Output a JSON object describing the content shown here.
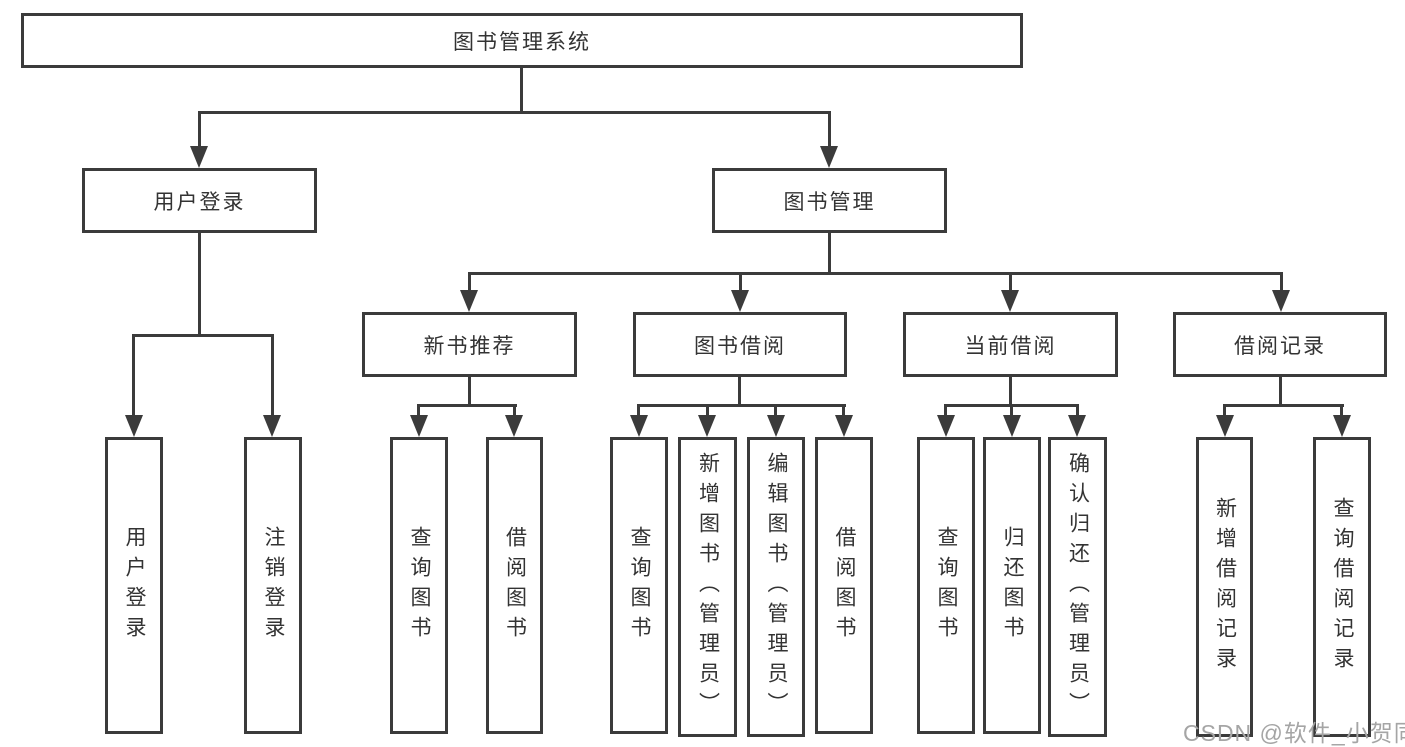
{
  "diagram": {
    "title_note": "functional structure chart",
    "root": {
      "label": "图书管理系统"
    },
    "branches": [
      {
        "label": "用户登录",
        "children": [
          {
            "label": "用户登录"
          },
          {
            "label": "注销登录"
          }
        ]
      },
      {
        "label": "图书管理",
        "children": [
          {
            "label": "新书推荐",
            "children": [
              {
                "label": "查询图书"
              },
              {
                "label": "借阅图书"
              }
            ]
          },
          {
            "label": "图书借阅",
            "children": [
              {
                "label": "查询图书"
              },
              {
                "label": "新增图书（管理员）"
              },
              {
                "label": "编辑图书（管理员）"
              },
              {
                "label": "借阅图书"
              }
            ]
          },
          {
            "label": "当前借阅",
            "children": [
              {
                "label": "查询图书"
              },
              {
                "label": "归还图书"
              },
              {
                "label": "确认归还（管理员）"
              }
            ]
          },
          {
            "label": "借阅记录",
            "children": [
              {
                "label": "新增借阅记录"
              },
              {
                "label": "查询借阅记录"
              }
            ]
          }
        ]
      }
    ]
  },
  "watermark": "CSDN @软件_小贺同学",
  "colors": {
    "line": "#3b3b3b",
    "text": "#333333",
    "watermark": "#a5a5a5",
    "background": "#ffffff"
  }
}
